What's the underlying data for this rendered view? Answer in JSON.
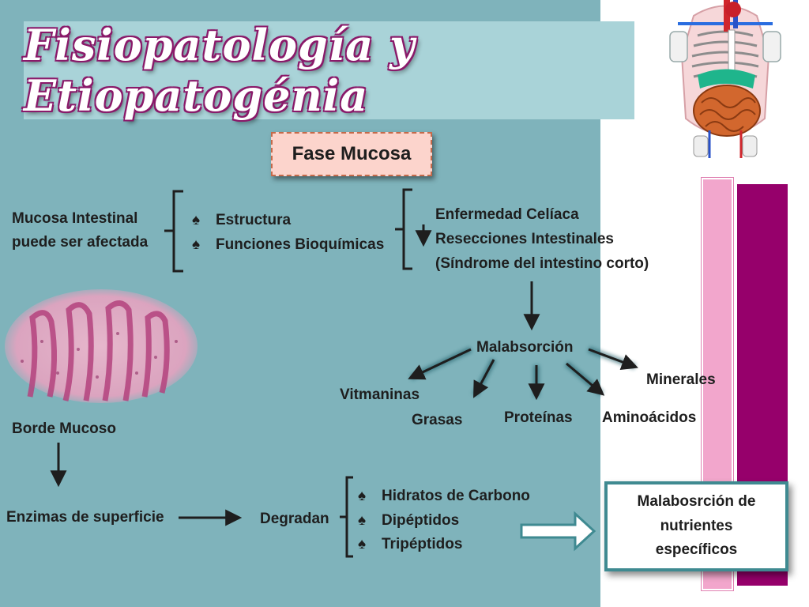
{
  "title": "Fisiopatología y Etiopatogénia",
  "phase_box": "Fase Mucosa",
  "mucosa": {
    "line1": "Mucosa Intestinal",
    "line2": "puede ser afectada",
    "bullets": [
      "Estructura",
      "Funciones Bioquímicas"
    ]
  },
  "causes": [
    "Enfermedad Celíaca",
    "Resecciones Intestinales",
    "(Síndrome del intestino corto)"
  ],
  "malabsorption": {
    "center": "Malabsorción",
    "targets": [
      "Vitmaninas",
      "Grasas",
      "Proteínas",
      "Aminoácidos",
      "Minerales"
    ]
  },
  "border": {
    "label": "Borde Mucoso",
    "enzymes": "Enzimas de superficie",
    "degrade": "Degradan",
    "bullets": [
      "Hidratos de Carbono",
      "Dipéptidos",
      "Tripéptidos"
    ]
  },
  "result": [
    "Malabosrción de",
    "nutrientes",
    "específicos"
  ],
  "bullet_glyph": "♠",
  "colors": {
    "background": "#7fb3bb",
    "banner": "#a9d3d8",
    "title_outline": "#8a1a6a",
    "bar_pink": "#f2a6cc",
    "bar_purple": "#96006b",
    "phase_fill": "#fcd4cc",
    "result_border": "#3f8a91"
  }
}
